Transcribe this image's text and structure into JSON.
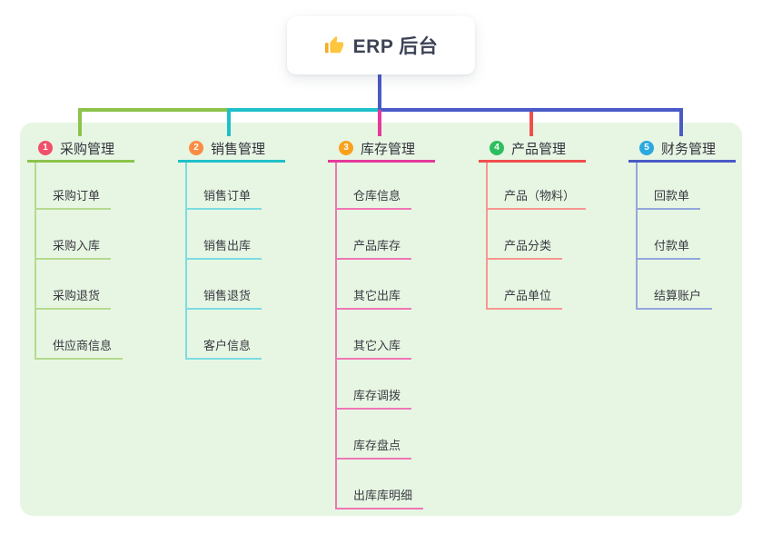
{
  "root": {
    "label": "ERP 后台",
    "icon": "thumbs-up-icon"
  },
  "branches": [
    {
      "number": "1",
      "label": "采购管理",
      "badge_color": "#f0506a",
      "line_color": "#8cc34a",
      "child_line_color": "#b5da8e",
      "children": [
        "采购订单",
        "采购入库",
        "采购退货",
        "供应商信息"
      ]
    },
    {
      "number": "2",
      "label": "销售管理",
      "badge_color": "#fb8c44",
      "line_color": "#1fc0c9",
      "child_line_color": "#7cdce1",
      "children": [
        "销售订单",
        "销售出库",
        "销售退货",
        "客户信息"
      ]
    },
    {
      "number": "3",
      "label": "库存管理",
      "badge_color": "#f9a11e",
      "line_color": "#e5399b",
      "child_line_color": "#f075b5",
      "children": [
        "仓库信息",
        "产品库存",
        "其它出库",
        "其它入库",
        "库存调拨",
        "库存盘点",
        "出库库明细"
      ]
    },
    {
      "number": "4",
      "label": "产品管理",
      "badge_color": "#2ebe5f",
      "line_color": "#f04e4e",
      "child_line_color": "#f79790",
      "children": [
        "产品（物料）",
        "产品分类",
        "产品单位"
      ]
    },
    {
      "number": "5",
      "label": "财务管理",
      "badge_color": "#2ba8e0",
      "line_color": "#4a5ac6",
      "child_line_color": "#93a7dc",
      "children": [
        "回款单",
        "付款单",
        "结算账户"
      ]
    }
  ],
  "theme": {
    "canvas_bg": "#ffffff",
    "panel_bg": "#e7f6e3",
    "stem_color": "#4a5ac6",
    "header_text": "#32323c",
    "child_text": "#3a3a42",
    "root_text": "#3d4355"
  }
}
